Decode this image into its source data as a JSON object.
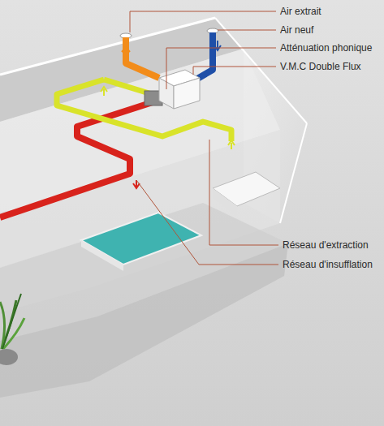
{
  "diagram": {
    "labels": [
      "Air extrait",
      "Air neuf",
      "Atténuation phonique",
      "V.M.C Double Flux",
      "Réseau d'extraction",
      "Réseau d'insufflation"
    ]
  }
}
